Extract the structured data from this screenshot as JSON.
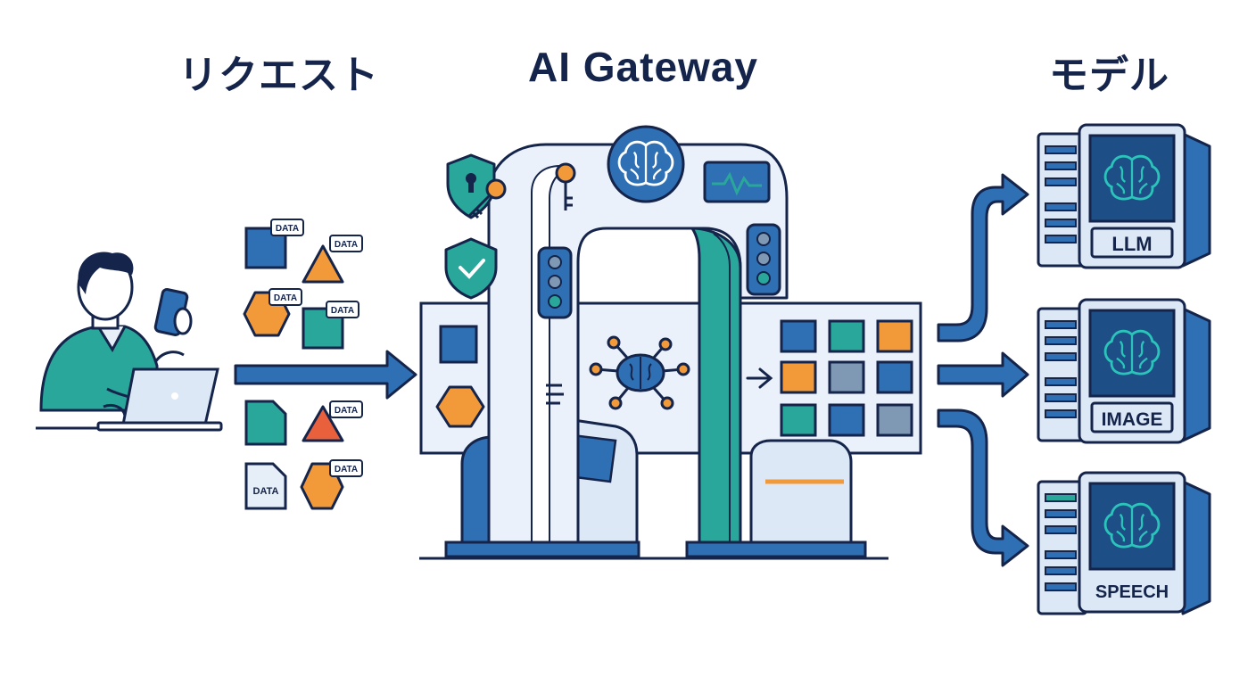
{
  "titles": {
    "request": "リクエスト",
    "gateway": "AI Gateway",
    "models": "モデル"
  },
  "request_items": {
    "data_tag": "DATA"
  },
  "models": [
    {
      "label": "LLM"
    },
    {
      "label": "IMAGE"
    },
    {
      "label": "SPEECH"
    }
  ],
  "colors": {
    "navy": "#14244a",
    "blue": "#2f6fb3",
    "teal": "#2aa79b",
    "orange": "#f29a3a",
    "red_orange": "#e8603c",
    "light_blue": "#e6eef8",
    "gray_blue": "#7f98b4"
  },
  "icons": [
    "user-icon",
    "smartphone-icon",
    "laptop-icon",
    "shield-lock-icon",
    "key-icon",
    "shield-check-icon",
    "brain-icon",
    "monitor-waveform-icon",
    "traffic-light-icon",
    "network-brain-icon",
    "arrow-right-icon",
    "model-server-icon"
  ]
}
